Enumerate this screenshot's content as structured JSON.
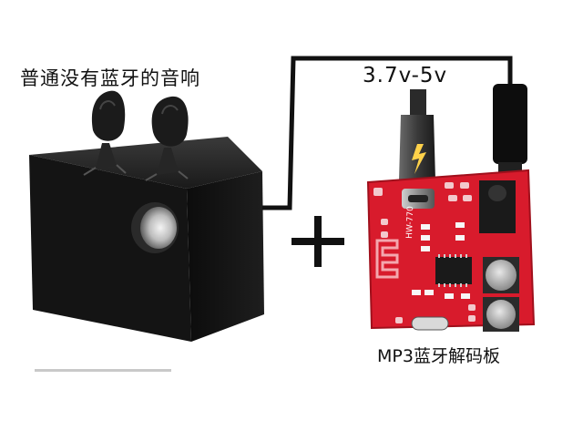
{
  "labels": {
    "speaker": "普通没有蓝牙的音响",
    "voltage": "3.7v-5v",
    "board": "MP3蓝牙解码板",
    "board_silk": "HW-770"
  },
  "colors": {
    "board": "#d81b2c",
    "speaker_box": "#111111",
    "cable": "#111111",
    "usb_lightning": "#ffd24a"
  }
}
